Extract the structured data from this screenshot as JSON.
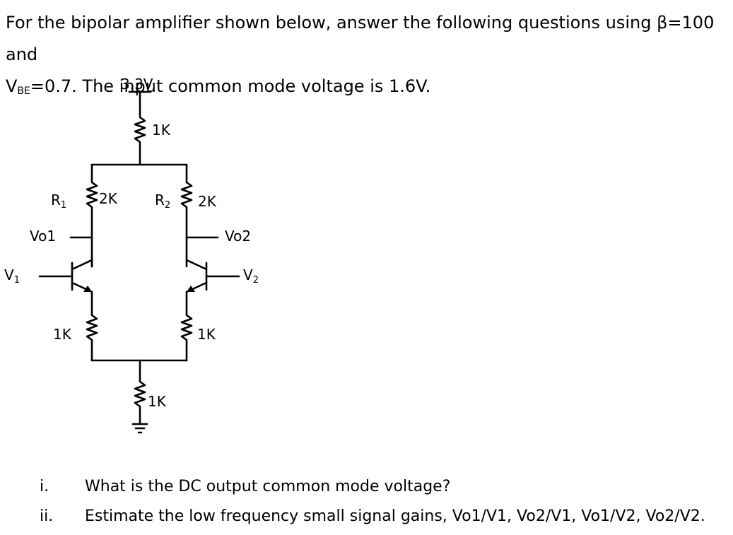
{
  "prompt": {
    "line1": "For the bipolar amplifier shown below, answer the following questions using β=100 and",
    "line2_pre": "V",
    "line2_sub": "BE",
    "line2_post": "=0.7. The input common mode voltage is 1.6V."
  },
  "circuit": {
    "supply": "3.3V",
    "r_top": "1K",
    "r1_name": "R",
    "r1_sub": "1",
    "r1_value": "2K",
    "r2_name": "R",
    "r2_sub": "2",
    "r2_value": "2K",
    "vo1": "Vo1",
    "vo2": "Vo2",
    "v1_name": "V",
    "v1_sub": "1",
    "v2_name": "V",
    "v2_sub": "2",
    "re1": "1K",
    "re2": "1K",
    "r_tail": "1K"
  },
  "questions": [
    {
      "num": "i.",
      "text": "What is the DC output common mode voltage?"
    },
    {
      "num": "ii.",
      "text": "Estimate the low frequency small signal gains, Vo1/V1, Vo2/V1, Vo1/V2, Vo2/V2."
    }
  ]
}
